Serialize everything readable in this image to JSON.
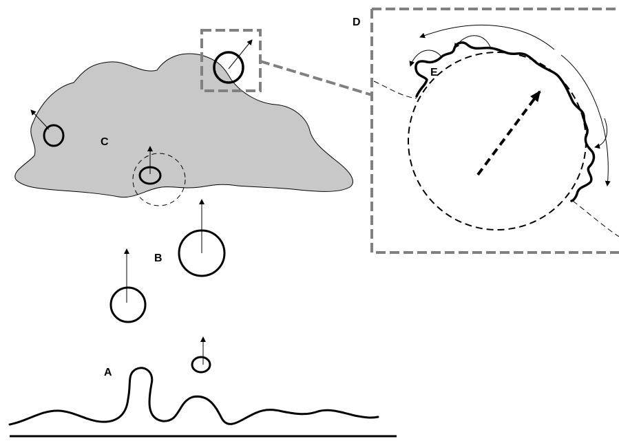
{
  "labels": {
    "a": "A",
    "b": "B",
    "c": "C",
    "d": "D",
    "e": "E"
  },
  "colors": {
    "ink": "#000000",
    "cloud_fill": "#c8c8c8",
    "inset_frame": "#808080",
    "background": "#ffffff"
  }
}
